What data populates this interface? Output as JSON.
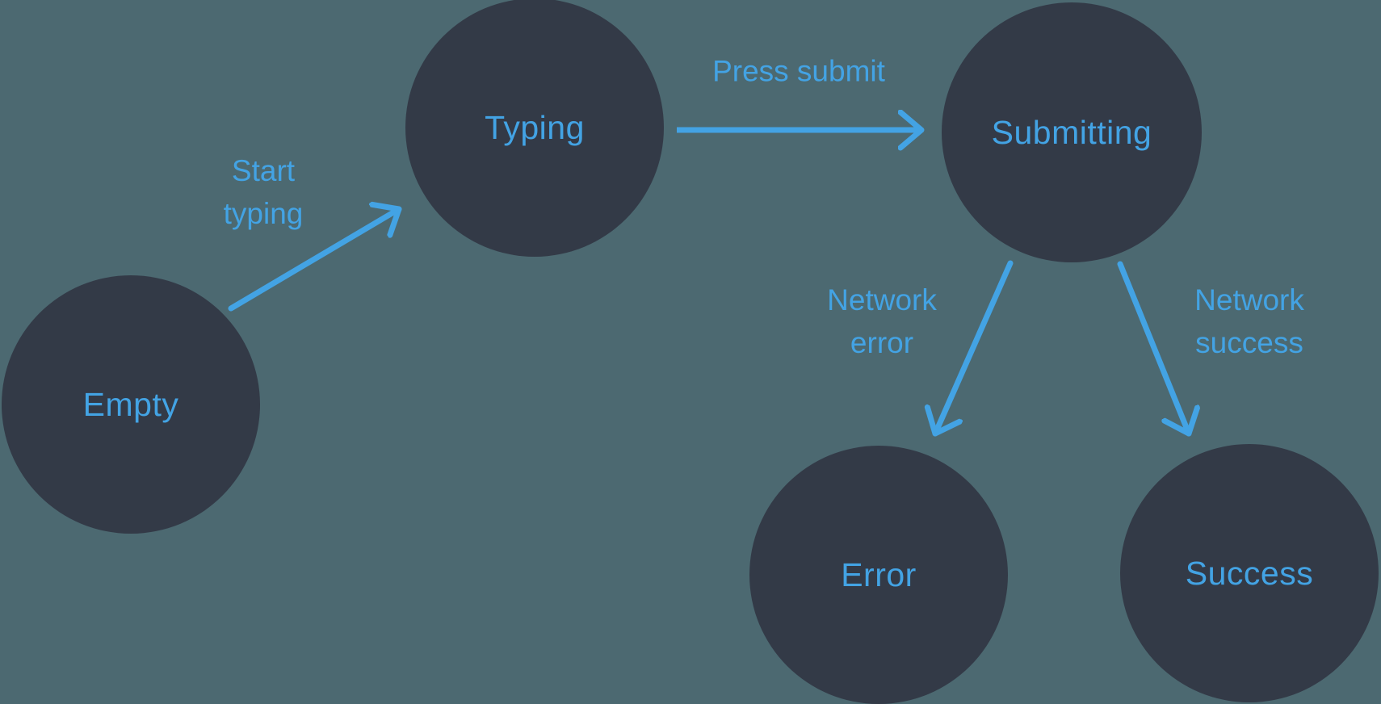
{
  "diagram": {
    "type": "state-flow",
    "colors": {
      "background": "#4C6971",
      "node_fill": "#333A47",
      "accent": "#43A3E4"
    },
    "nodes": [
      {
        "id": "empty",
        "label": "Empty"
      },
      {
        "id": "typing",
        "label": "Typing"
      },
      {
        "id": "submitting",
        "label": "Submitting"
      },
      {
        "id": "error",
        "label": "Error"
      },
      {
        "id": "success",
        "label": "Success"
      }
    ],
    "edges": [
      {
        "from": "Empty",
        "to": "Typing",
        "label": "Start typing",
        "lines": [
          "Start",
          "typing"
        ]
      },
      {
        "from": "Typing",
        "to": "Submitting",
        "label": "Press submit",
        "lines": [
          "Press submit"
        ]
      },
      {
        "from": "Submitting",
        "to": "Error",
        "label": "Network error",
        "lines": [
          "Network",
          "error"
        ]
      },
      {
        "from": "Submitting",
        "to": "Success",
        "label": "Network success",
        "lines": [
          "Network",
          "success"
        ]
      }
    ]
  }
}
